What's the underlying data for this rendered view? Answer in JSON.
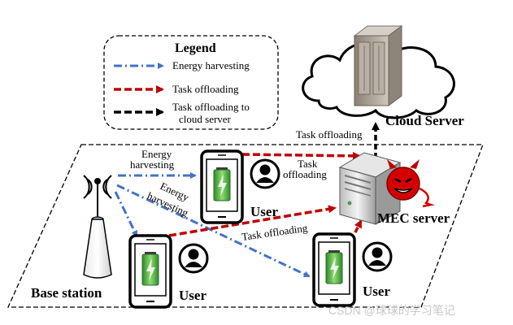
{
  "legend": {
    "title": "Legend",
    "items": [
      {
        "label": "Energy harvesting",
        "color": "#4472c4",
        "style": "dash-dot"
      },
      {
        "label": "Task offloading",
        "color": "#c00000",
        "style": "dashed"
      },
      {
        "label_lines": [
          "Task offloading to",
          "cloud server"
        ],
        "color": "#000000",
        "style": "dashed"
      }
    ]
  },
  "nodes": {
    "cloud_server": "Cloud Server",
    "mec_server": "MEC server",
    "base_station": "Base station",
    "user_top": "User",
    "user_left": "User",
    "user_right": "User"
  },
  "edge_labels": {
    "task_offloading_cloud": "Task offloading",
    "task_offloading_top_lines": [
      "Task",
      "offloading"
    ],
    "task_offloading_diag": "Task offloading",
    "energy_top_lines": [
      "Energy",
      "harvesting"
    ],
    "energy_diag_lines": [
      "Energy",
      "harvesting"
    ]
  },
  "colors": {
    "energy": "#4472c4",
    "offload": "#c00000",
    "cloud": "#000000",
    "battery": "#3aa535"
  },
  "watermark": "CSDN @球球的学习笔记",
  "icons": [
    "cloud-icon",
    "server-rack-icon",
    "mec-server-icon",
    "devil-icon",
    "smartphone-icon",
    "battery-icon",
    "user-avatar-icon",
    "antenna-tower-icon"
  ]
}
